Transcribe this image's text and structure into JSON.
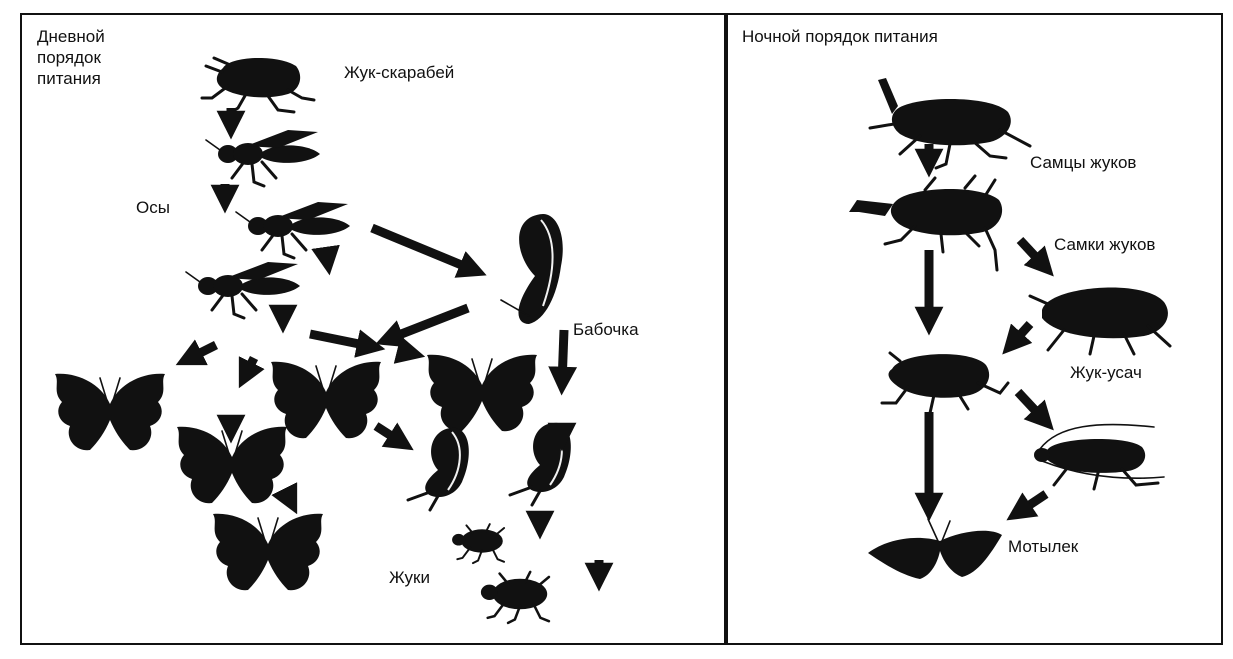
{
  "panels": {
    "day": {
      "title_lines": [
        "Дневной",
        "порядок",
        "питания"
      ],
      "labels": {
        "scarab": "Жук-скарабей",
        "wasps": "Осы",
        "butterfly": "Бабочка",
        "beetles": "Жуки"
      }
    },
    "night": {
      "title": "Ночной порядок питания",
      "labels": {
        "male_beetles": "Самцы жуков",
        "female_beetles": "Самки жуков",
        "longhorn": "Жук-усач",
        "moth": "Мотылек"
      }
    }
  },
  "colors": {
    "ink": "#111111",
    "background": "#ffffff",
    "border": "#111111"
  }
}
